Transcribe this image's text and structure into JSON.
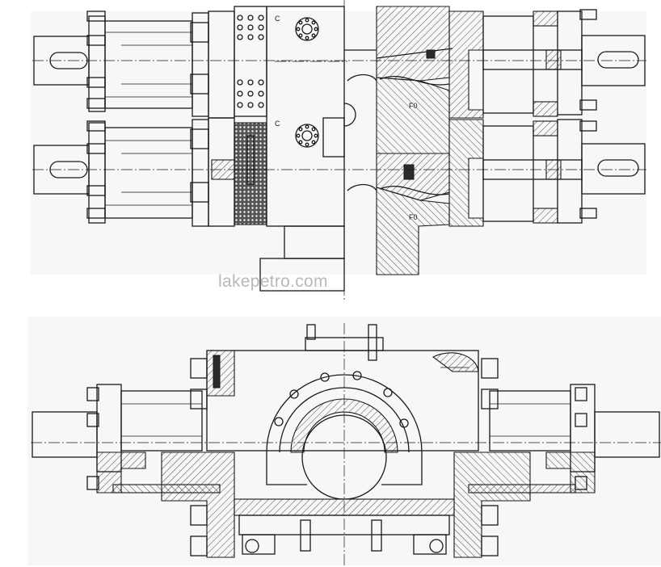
{
  "watermark": "lakepetro.com",
  "annotations": {
    "top_ram_tag_1": "C",
    "top_ram_tag_2": "C",
    "right_mark_1": "F0",
    "right_mark_2": "F0"
  },
  "colors": {
    "line": "#1a1a1a",
    "watermark": "#b9b9b9",
    "background": "#ffffff"
  }
}
